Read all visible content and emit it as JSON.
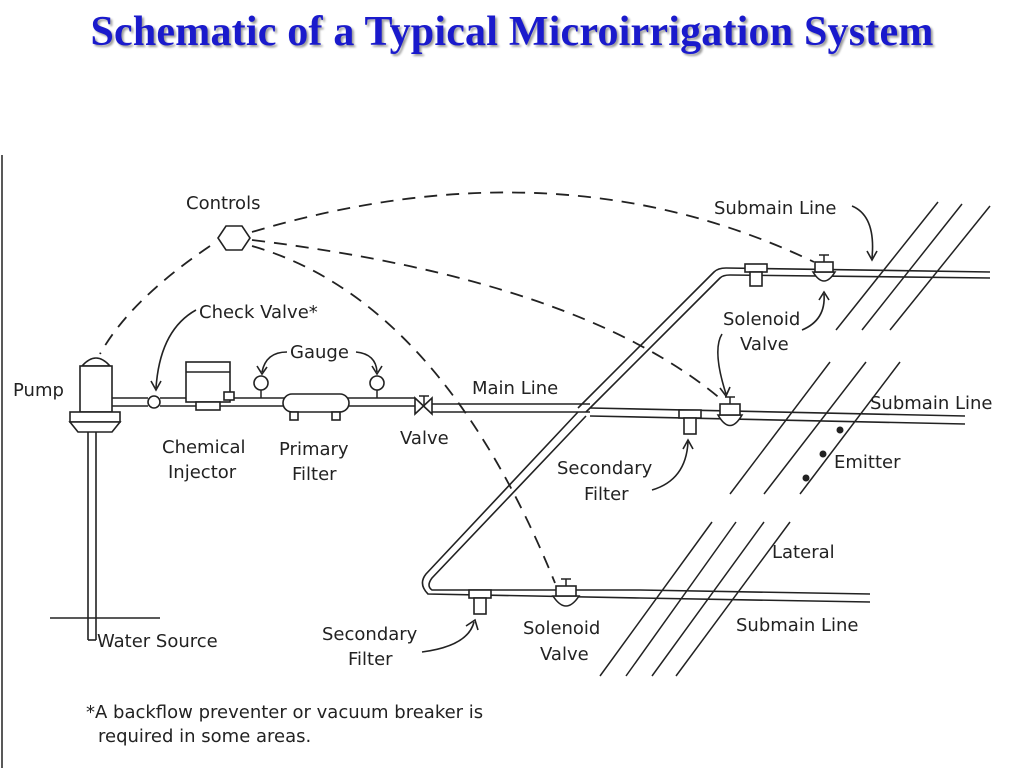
{
  "title": "Schematic of a Typical Microirrigation System",
  "labels": {
    "controls": "Controls",
    "submain_top": "Submain Line",
    "check_valve": "Check Valve*",
    "gauge": "Gauge",
    "pump": "Pump",
    "main_line": "Main Line",
    "solenoid_top_1": "Solenoid",
    "solenoid_top_2": "Valve",
    "submain_mid": "Submain Line",
    "chemical_1": "Chemical",
    "chemical_2": "Injector",
    "primary_1": "Primary",
    "primary_2": "Filter",
    "valve": "Valve",
    "secondary_mid_1": "Secondary",
    "secondary_mid_2": "Filter",
    "emitter": "Emitter",
    "lateral": "Lateral",
    "submain_bottom": "Submain Line",
    "secondary_bot_1": "Secondary",
    "secondary_bot_2": "Filter",
    "solenoid_bot_1": "Solenoid",
    "solenoid_bot_2": "Valve",
    "water_source": "Water Source",
    "footnote_1": "*A backflow preventer or vacuum breaker is",
    "footnote_2": "required in some areas."
  }
}
